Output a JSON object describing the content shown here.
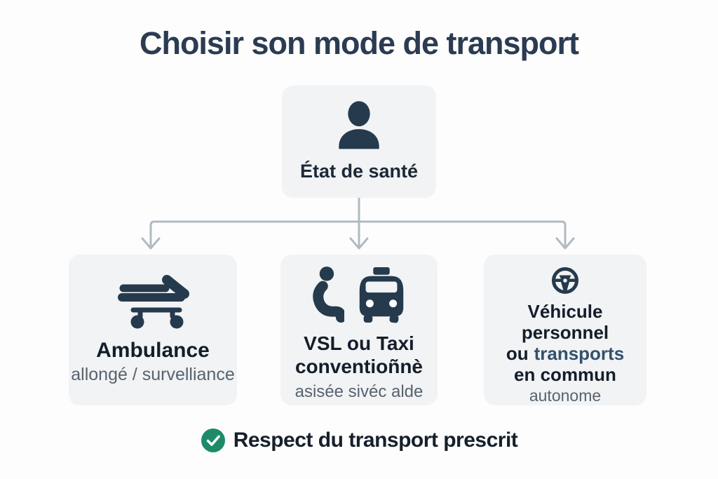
{
  "title": "Choisir son mode de transport",
  "root": {
    "label": "État de santé",
    "icon": "person-icon"
  },
  "branches": [
    {
      "title": "Ambulance",
      "subtitle": "allongé / survelliance",
      "icon": "stretcher-icon"
    },
    {
      "title_line1": "VSL ou Taxi",
      "title_line2": "conventioñnè",
      "subtitle": "asisée sivéc alde",
      "icon": "seat-and-taxi-icon"
    },
    {
      "title_line1": "Véhicule personnel",
      "title_line2_prefix": "ou",
      "title_line2_highlight": "transports",
      "title_line3": "en commun",
      "subtitle": "autonome",
      "icon": "steering-wheel-icon"
    }
  ],
  "footer": {
    "label": "Respect du transport prescrit",
    "icon": "check-circle-icon"
  },
  "colors": {
    "background": "#fdfdfd",
    "card_background": "#f1f3f4",
    "icon_navy": "#263a4d",
    "title_navy": "#2b3b52",
    "text_dark": "#141e2a",
    "text_gray": "#57636f",
    "highlight_blue": "#33506e",
    "connector_gray": "#b1bac2",
    "check_green": "#1d8b69"
  }
}
